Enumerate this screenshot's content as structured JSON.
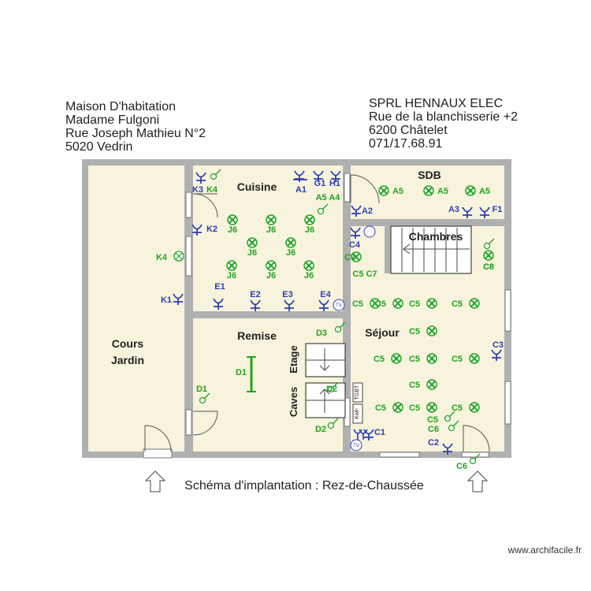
{
  "client": {
    "line1": "Maison D'habitation",
    "line2": "Madame Fulgoni",
    "line3": "Rue Joseph Mathieu N°2",
    "line4": "5020 Vedrin"
  },
  "company": {
    "line1": "SPRL HENNAUX ELEC",
    "line2": "Rue de la blanchisserie +2",
    "line3": "6200 Châtelet",
    "line4": "071/17.68.91"
  },
  "caption": "Schéma d'implantation : Rez-de-Chaussée",
  "footer": "www.archifacile.fr",
  "rooms": {
    "cuisine": "Cuisine",
    "sdb": "SDB",
    "chambres": "Chambres",
    "remise": "Remise",
    "sejour": "Séjour",
    "cours": "Cours",
    "jardin": "Jardin",
    "etage": "Etage",
    "caves": "Caves"
  },
  "panel_labels": {
    "tgbt": "TGBT",
    "kwh": "Kwh",
    "tv": "TV"
  },
  "colors": {
    "wall": "#b0b0b0",
    "floor": "#f7f3dc",
    "blue": "#2b3fb5",
    "green": "#22a422",
    "lamp_fill": "#ffffff"
  },
  "symbols": {
    "lights": [
      {
        "label": "J6"
      },
      {
        "label": "J6"
      },
      {
        "label": "J6"
      },
      {
        "label": "J6"
      },
      {
        "label": "J6"
      },
      {
        "label": "J6"
      },
      {
        "label": "J6"
      },
      {
        "label": "J6"
      },
      {
        "label": "J6"
      },
      {
        "label": "J6"
      },
      {
        "label": "A5"
      },
      {
        "label": "A5"
      },
      {
        "label": "A5"
      },
      {
        "label": "C8"
      },
      {
        "label": "C7"
      },
      {
        "label": "C5"
      },
      {
        "label": "C5"
      },
      {
        "label": "C5"
      },
      {
        "label": "C5"
      },
      {
        "label": "C5"
      },
      {
        "label": "C5"
      },
      {
        "label": "C5"
      },
      {
        "label": "C5"
      },
      {
        "label": "C5"
      },
      {
        "label": "C5"
      },
      {
        "label": "C5"
      },
      {
        "label": "C5"
      }
    ],
    "green_labels": [
      "K4",
      "A5 A4",
      "D3",
      "D1",
      "D1",
      "D2",
      "D2",
      "C5 C7",
      "C5",
      "C6",
      "C6",
      "C8"
    ],
    "blue_labels": [
      "K3",
      "A1",
      "G1",
      "H1",
      "K2",
      "K1",
      "A2",
      "A3",
      "F1",
      "C4",
      "E1",
      "E2",
      "E3",
      "E4",
      "C1",
      "C3",
      "C2"
    ]
  }
}
